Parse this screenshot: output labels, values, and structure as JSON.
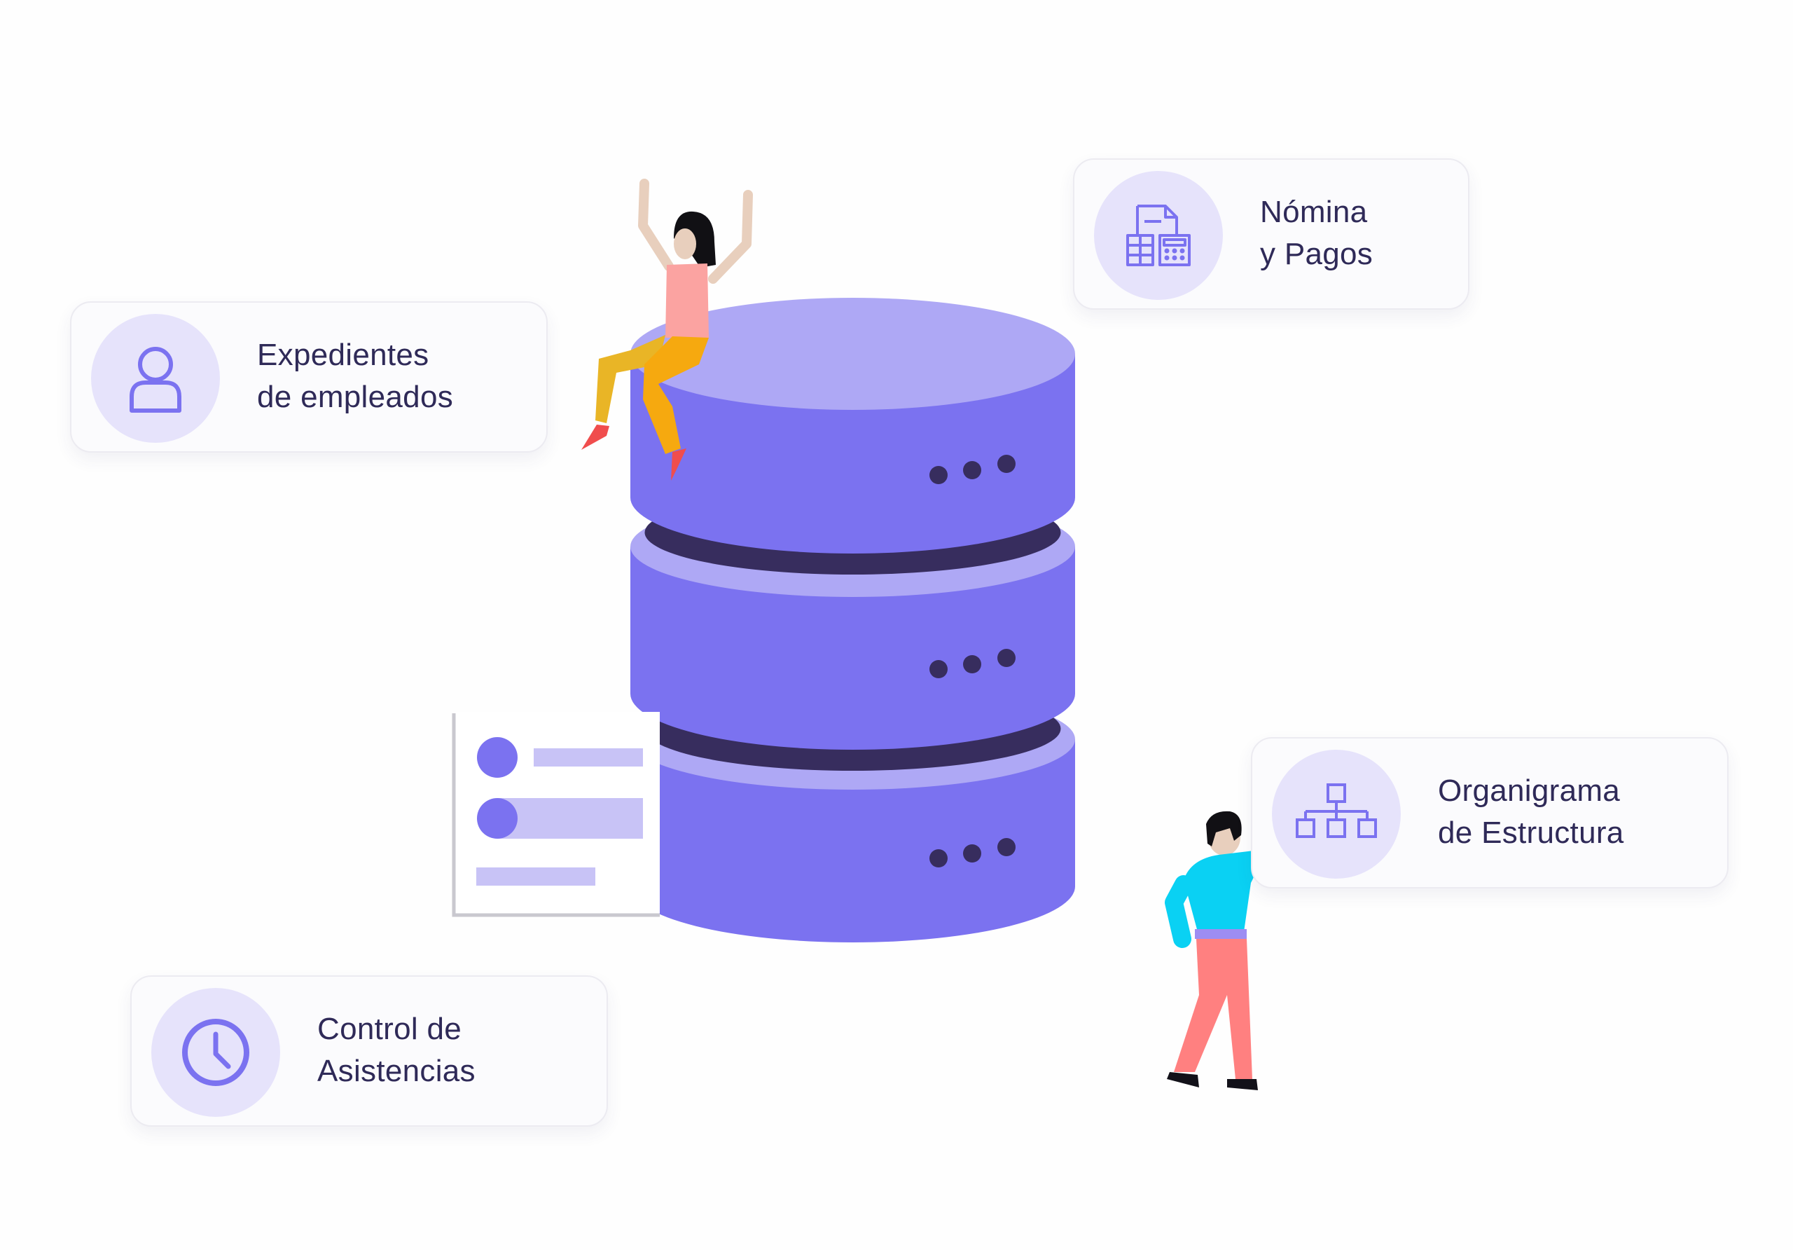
{
  "features": [
    {
      "id": "expedientes",
      "icon": "user-icon",
      "line1": "Expedientes",
      "line2": "de empleados"
    },
    {
      "id": "nomina",
      "icon": "payroll-calculator-icon",
      "line1": "Nómina",
      "line2": "y Pagos"
    },
    {
      "id": "organigrama",
      "icon": "org-chart-icon",
      "line1": "Organigrama",
      "line2": "de Estructura"
    },
    {
      "id": "control",
      "icon": "clock-icon",
      "line1": "Control de",
      "line2": "Asistencias"
    }
  ],
  "colors": {
    "accent": "#7b72f0",
    "accent_light": "#aea8f5",
    "accent_pale": "#e6e3fb",
    "dark_band": "#372d5e",
    "text": "#2f2a58"
  }
}
